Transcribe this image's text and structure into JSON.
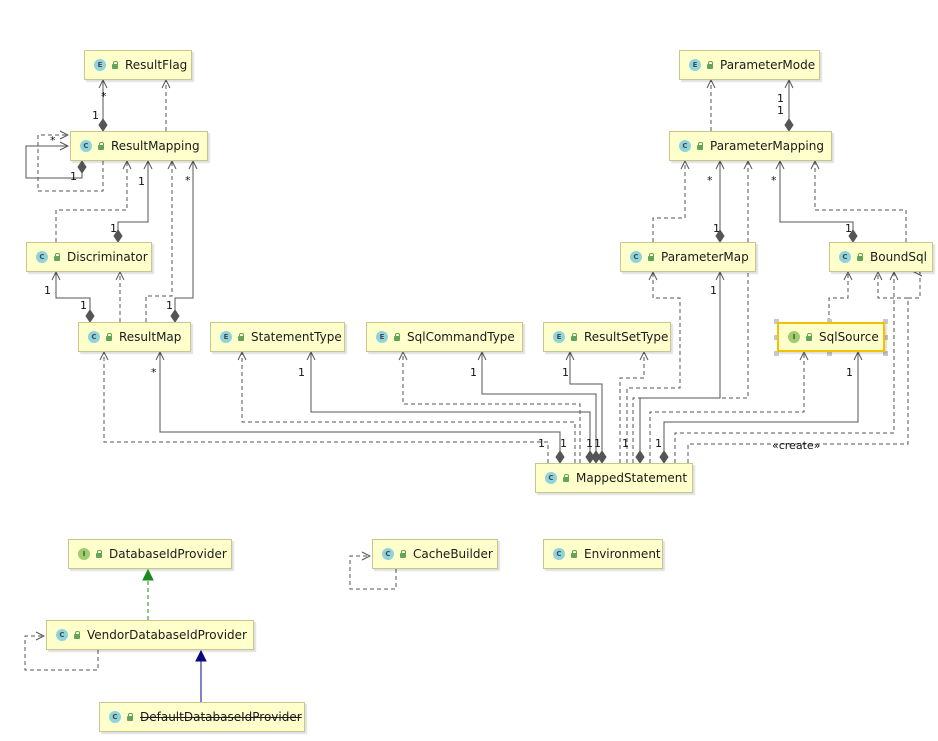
{
  "nodes": {
    "result_flag": {
      "label": "ResultFlag",
      "badge": "E"
    },
    "result_mapping": {
      "label": "ResultMapping",
      "badge": "C"
    },
    "discriminator": {
      "label": "Discriminator",
      "badge": "C"
    },
    "result_map": {
      "label": "ResultMap",
      "badge": "C"
    },
    "statement_type": {
      "label": "StatementType",
      "badge": "E"
    },
    "sql_command_type": {
      "label": "SqlCommandType",
      "badge": "E"
    },
    "result_set_type": {
      "label": "ResultSetType",
      "badge": "E"
    },
    "parameter_mode": {
      "label": "ParameterMode",
      "badge": "E"
    },
    "parameter_mapping": {
      "label": "ParameterMapping",
      "badge": "C"
    },
    "parameter_map": {
      "label": "ParameterMap",
      "badge": "C"
    },
    "bound_sql": {
      "label": "BoundSql",
      "badge": "C"
    },
    "sql_source": {
      "label": "SqlSource",
      "badge": "I"
    },
    "mapped_statement": {
      "label": "MappedStatement",
      "badge": "C"
    },
    "database_id_provider": {
      "label": "DatabaseIdProvider",
      "badge": "I"
    },
    "vendor_database_id_provider": {
      "label": "VendorDatabaseIdProvider",
      "badge": "C"
    },
    "default_database_id_provider": {
      "label": "DefaultDatabaseIdProvider",
      "badge": "C"
    },
    "cache_builder": {
      "label": "CacheBuilder",
      "badge": "C"
    },
    "environment": {
      "label": "Environment",
      "badge": "C"
    }
  },
  "labels": {
    "star": "*",
    "one": "1",
    "create": "«create»"
  },
  "colors": {
    "node_fill": "#ffffcc",
    "node_border": "#c6c68e",
    "selected_border": "#f2c200",
    "line": "#555555",
    "realization": "#1a8a1a",
    "generalization": "#0a0a7a"
  }
}
